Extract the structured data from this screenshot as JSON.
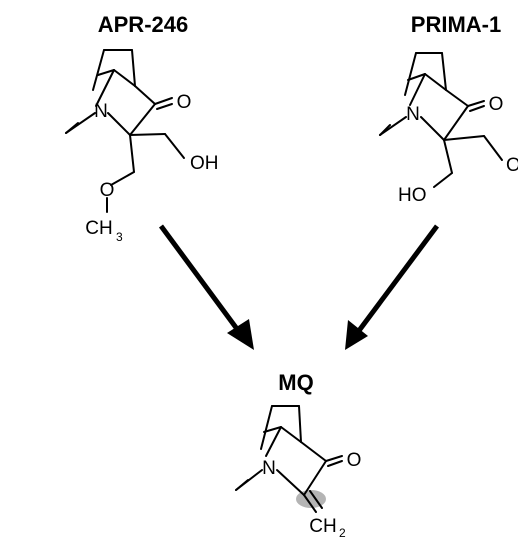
{
  "compounds": {
    "apr246": {
      "name": "APR-246",
      "atom_n": "N",
      "atom_o_carbonyl": "O",
      "label_oh": "OH",
      "atom_o_ether": "O",
      "label_ch": "CH",
      "label_sub3": "3"
    },
    "prima1": {
      "name": "PRIMA-1",
      "atom_n": "N",
      "atom_o_carbonyl": "O",
      "label_ho": "HO",
      "label_o_partial": "O"
    },
    "mq": {
      "name": "MQ",
      "atom_n": "N",
      "atom_o_carbonyl": "O",
      "label_ch": "CH",
      "label_sub2": "2"
    }
  },
  "colors": {
    "highlight": "#b4b4b4",
    "ink": "#000000"
  }
}
